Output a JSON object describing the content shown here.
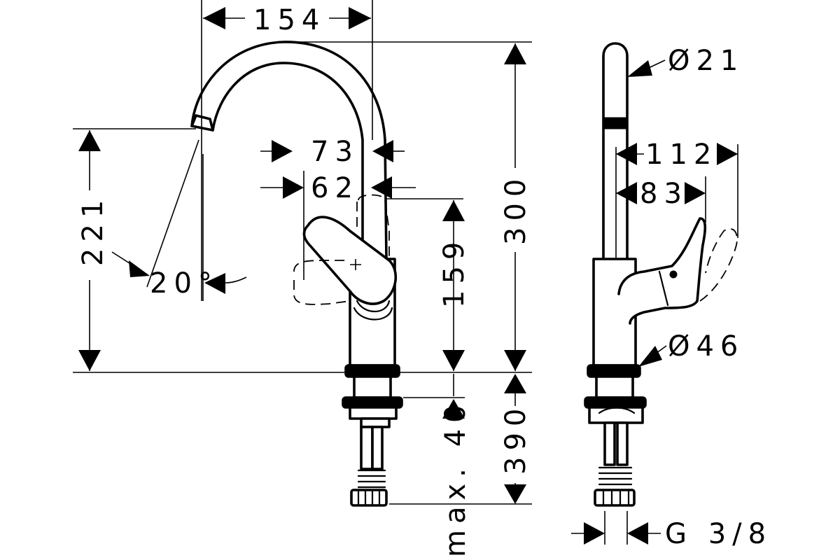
{
  "drawing": {
    "front_view": {
      "spout_reach": "154",
      "spout_height": "221",
      "swivel_angle": "20°",
      "handle_width": "73",
      "handle_depth": "62",
      "handle_height": "159",
      "total_height": "300",
      "thread_length": "max. 40",
      "hose_length": "390"
    },
    "side_view": {
      "spout_diameter": "Ø21",
      "handle_projection_max": "112",
      "handle_projection": "83",
      "base_diameter": "Ø46",
      "connection_thread": "G 3/8"
    }
  }
}
